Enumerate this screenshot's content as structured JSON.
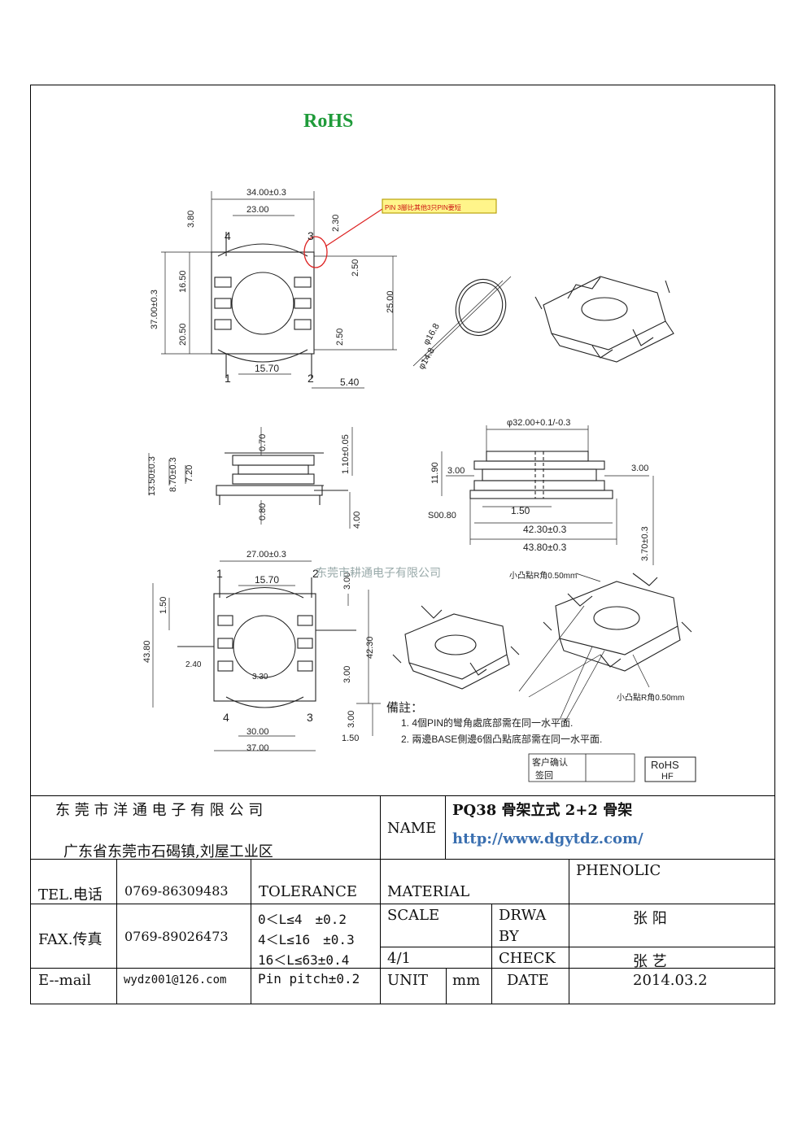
{
  "rohs_title": "RoHS",
  "callout_note": "PIN 3腳比其他3只PIN要短",
  "watermark": "东莞市耕通电子有限公司",
  "dims_top": {
    "d1": "34.00±0.3",
    "d2": "23.00",
    "d3": "3.80",
    "d4": "2.30",
    "d5": "16.50",
    "d6": "37.00±0.3",
    "d7": "20.50",
    "d8": "2.50",
    "d9": "25.00",
    "d10": "2.50",
    "d11": "15.70",
    "d12": "5.40",
    "pin1": "1",
    "pin2": "2",
    "pin3": "3",
    "pin4": "4"
  },
  "dims_ring": {
    "r1": "φ16.8",
    "r2": "φ14.8"
  },
  "dims_side": {
    "s1": "13.50±0.3",
    "s2": "8.70±0.3",
    "s3": "7.20",
    "s4": "0.70",
    "s5": "1.10±0.05",
    "s6": "0.80",
    "s7": "4.00"
  },
  "dims_front": {
    "f1": "φ32.00+0.1/-0.3",
    "f2": "11.90",
    "f3": "3.00",
    "f4": "3.00",
    "f5": "1.50",
    "f6": "S00.80",
    "f7": "42.30±0.3",
    "f8": "43.80±0.3",
    "f9": "3.70±0.3"
  },
  "dims_bottom": {
    "b1": "27.00±0.3",
    "b2": "15.70",
    "b3": "1.50",
    "b4": "43.80",
    "b5": "42.30",
    "b6": "2.40",
    "b7": "3.30",
    "b8": "3.00",
    "b9": "3.00",
    "b10": "30.00",
    "b11": "37.00",
    "b12": "1.50",
    "b13": "3.00",
    "pin1": "1",
    "pin2": "2",
    "pin3": "3",
    "pin4": "4"
  },
  "bump_note_top": "小凸點R角0.50mm",
  "bump_note_bottom": "小凸點R角0.50mm",
  "remarks": {
    "title": "備註：",
    "line1": "1. 4個PIN的彎角處底部需在同一水平面.",
    "line2": "2. 兩邊BASE側邊6個凸點底部需在同一水平面."
  },
  "stamp": {
    "confirm1": "客户确认",
    "confirm2": "签回",
    "rohs": "RoHS",
    "hf": "HF"
  },
  "title_block": {
    "company": "东 莞 市 洋 通 电 子 有 限 公 司",
    "address": "广东省东莞市石碣镇,刘屋工业区",
    "name_label": "NAME",
    "part_name": "PQ38 骨架立式 2+2 骨架",
    "url": "http://www.dgytdz.com/",
    "tel_label": "TEL.电话",
    "tel": "0769-86309483",
    "tolerance_label": "TOLERANCE",
    "material_label": "MATERIAL",
    "material": "PHENOLIC",
    "fax_label": "FAX.传真",
    "fax": "0769-89026473",
    "tol1": "0＜L≤4　±0.2",
    "tol2": "4＜L≤16　±0.3",
    "tol3": "16＜L≤63±0.4",
    "tol4": "Pin pitch±0.2",
    "scale_label": "SCALE",
    "drawn_label1": "DRWA",
    "drawn_label2": "BY",
    "drawn_by": "张 阳",
    "scale": "4/1",
    "check_label": "CHECK",
    "checked_by": "张 艺",
    "email_label": "E--mail",
    "email": "wydz001@126.com",
    "unit_label": "UNIT",
    "unit": "mm",
    "date_label": "DATE",
    "date": "2014.03.2"
  }
}
